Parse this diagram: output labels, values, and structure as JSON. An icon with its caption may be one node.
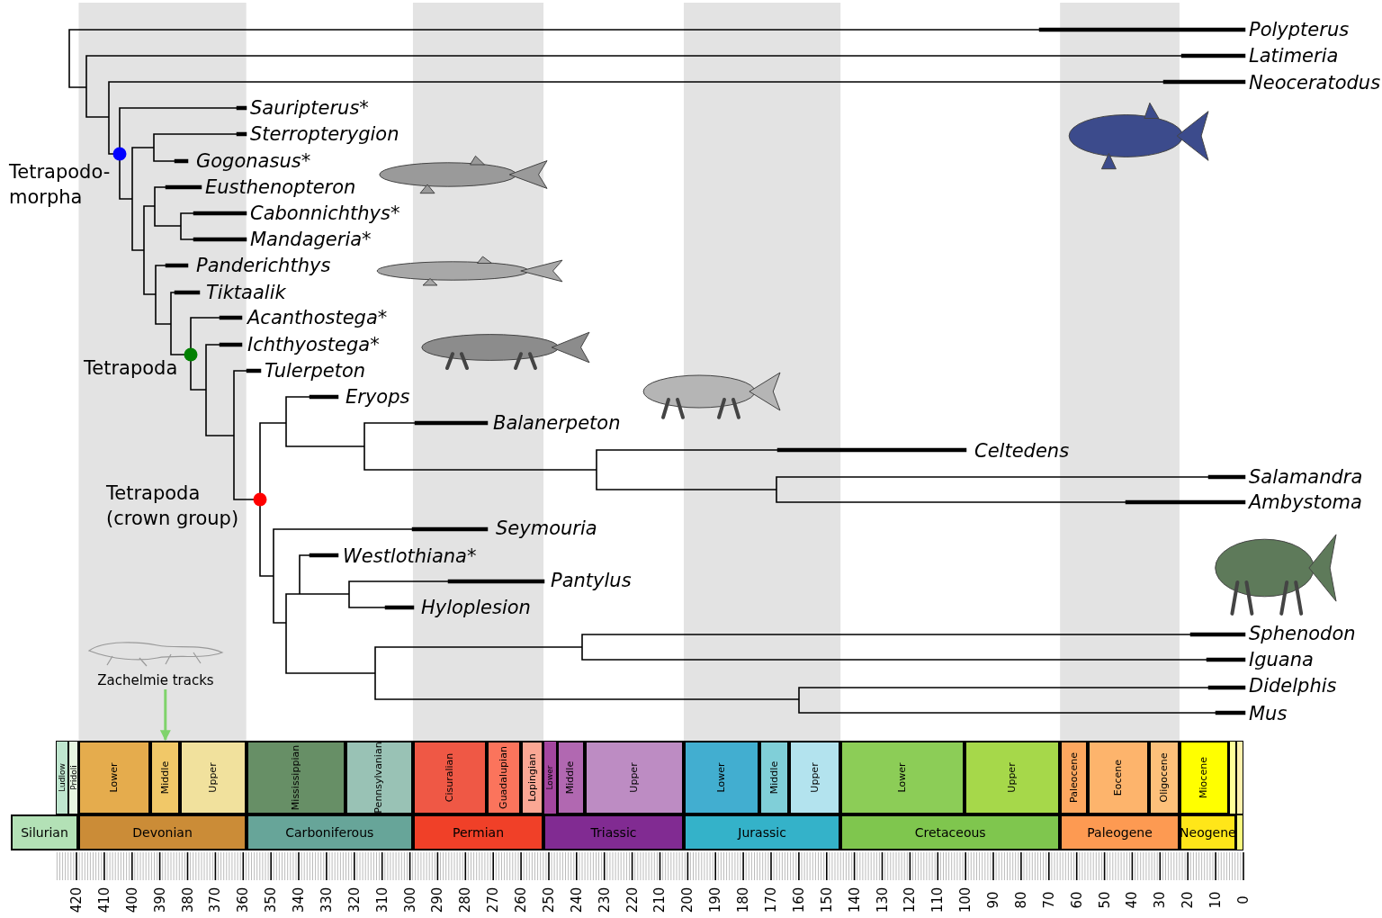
{
  "diagram": {
    "nodes": [
      {
        "text": [
          "Zachelmie tracks"
        ]
      },
      {
        "text": [
          "Ludlow"
        ]
      },
      {
        "text": [
          "Pridoli"
        ]
      },
      {
        "text": [
          "Lower"
        ]
      },
      {
        "text": [
          "Middle"
        ]
      },
      {
        "text": [
          "Upper"
        ]
      },
      {
        "text": [
          "Mississippian"
        ]
      },
      {
        "text": [
          "Pennsylvanian"
        ]
      },
      {
        "text": [
          "Cisuralian"
        ]
      },
      {
        "text": [
          "Guadalupian"
        ]
      },
      {
        "text": [
          "Lopingian"
        ]
      },
      {
        "text": [
          "Lower"
        ]
      },
      {
        "text": [
          "Middle"
        ]
      },
      {
        "text": [
          "Upper"
        ]
      },
      {
        "text": [
          "Lower"
        ]
      },
      {
        "text": [
          "Middle"
        ]
      },
      {
        "text": [
          "Upper"
        ]
      },
      {
        "text": [
          "Lower"
        ]
      },
      {
        "text": [
          "Upper"
        ]
      },
      {
        "text": [
          "Paleocene"
        ]
      },
      {
        "text": [
          "Eocene"
        ]
      },
      {
        "text": [
          "Oligocene"
        ]
      },
      {
        "text": [
          "Miocene"
        ]
      },
      {
        "text": [],
        "shape": "box"
      },
      {
        "text": [],
        "shape": "box"
      },
      {
        "text": [
          "Silurian"
        ]
      },
      {
        "text": [
          "Devonian"
        ]
      },
      {
        "text": [
          "Carboniferous"
        ]
      },
      {
        "text": [
          "Permian"
        ]
      },
      {
        "text": [
          "Triassic"
        ]
      },
      {
        "text": [
          "Jurassic"
        ]
      },
      {
        "text": [
          "Cretaceous"
        ]
      },
      {
        "text": [
          "Paleogene"
        ]
      },
      {
        "text": [
          "Neogene"
        ]
      },
      {
        "text": [],
        "shape": "box"
      }
    ],
    "edges": [
      {
        "from": 0,
        "to": 4,
        "arrow": "to",
        "color": "#7fd36b"
      }
    ],
    "labels": [
      "Polypterus",
      "Latimeria",
      "Neoceratodus",
      "Sauripterus*",
      "Sterropterygion",
      "Tetrapodo- morpha",
      "Gogonasus*",
      "Eusthenopteron",
      "Cabonnichthys*",
      "Mandageria*",
      "Panderichthys",
      "Tiktaalik",
      "Acanthostega*",
      "Ichthyostega*",
      "Tetrapoda",
      "Tulerpeton",
      "Eryops",
      "Balanerpeton",
      "Celtedens",
      "Salamandra",
      "Tetrapoda (crown group)",
      "Ambystoma",
      "Seymouria",
      "Westlothiana*",
      "Pantylus",
      "Hyloplesion",
      "Sphenodon",
      "Iguana",
      "Didelphis",
      "Mus",
      "420",
      "410",
      "400",
      "390",
      "380",
      "370",
      "360",
      "350",
      "340",
      "330",
      "320",
      "310",
      "300",
      "290",
      "280",
      "270",
      "260",
      "250",
      "240",
      "230",
      "220",
      "210",
      "200",
      "190",
      "180",
      "170",
      "160",
      "150",
      "140",
      "130",
      "120",
      "110",
      "100",
      "90",
      "80",
      "70",
      "60",
      "50",
      "40",
      "30",
      "20",
      "10",
      "0"
    ]
  }
}
